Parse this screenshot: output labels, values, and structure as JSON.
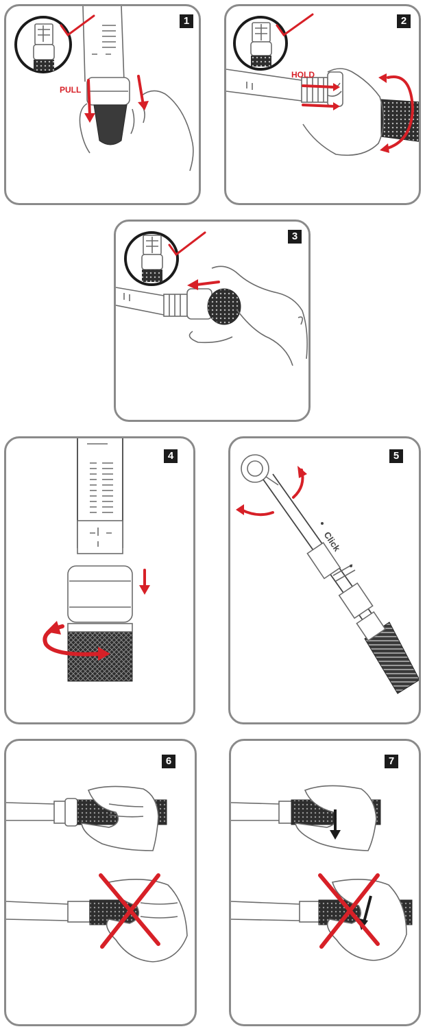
{
  "panels": [
    {
      "number": "1",
      "label": "PULL"
    },
    {
      "number": "2",
      "label": "HOLD"
    },
    {
      "number": "3"
    },
    {
      "number": "4"
    },
    {
      "number": "5",
      "label": "Click"
    },
    {
      "number": "6"
    },
    {
      "number": "7"
    }
  ],
  "colors": {
    "accent": "#d72027",
    "border": "#8a8a8a",
    "badge": "#1b1b1b"
  }
}
